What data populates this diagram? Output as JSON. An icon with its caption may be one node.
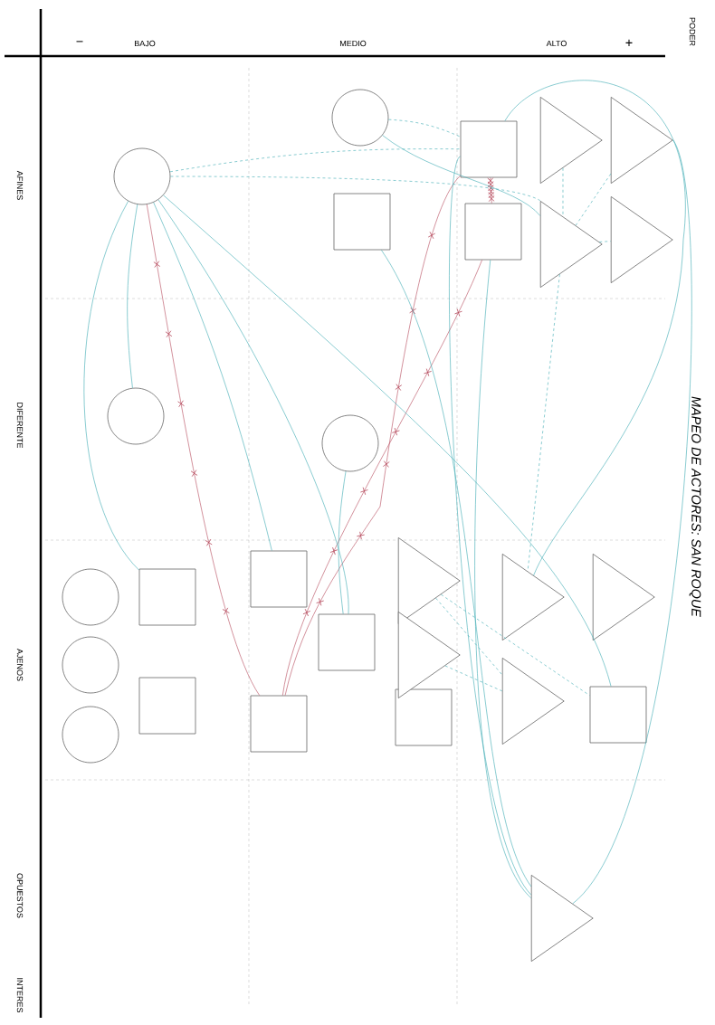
{
  "diagram": {
    "title": "MAPEO DE ACTORES: SAN ROQUE",
    "nodes": [
      {
        "text": [],
        "shape": "circle"
      },
      {
        "text": [],
        "shape": "circle"
      },
      {
        "text": [],
        "shape": "circle"
      },
      {
        "text": [],
        "shape": "circle"
      },
      {
        "text": [],
        "shape": "circle"
      },
      {
        "text": [],
        "shape": "circle"
      },
      {
        "text": [],
        "shape": "circle"
      },
      {
        "text": [],
        "shape": "box"
      },
      {
        "text": [],
        "shape": "box"
      },
      {
        "text": [],
        "shape": "box"
      },
      {
        "text": [],
        "shape": "box"
      },
      {
        "text": [],
        "shape": "box"
      },
      {
        "text": [],
        "shape": "box"
      },
      {
        "text": [],
        "shape": "box"
      },
      {
        "text": [],
        "shape": "box"
      },
      {
        "text": [],
        "shape": "box"
      },
      {
        "text": [],
        "shape": "box"
      },
      {
        "text": [],
        "shape": "triangle"
      },
      {
        "text": [],
        "shape": "triangle"
      },
      {
        "text": [],
        "shape": "triangle"
      },
      {
        "text": [],
        "shape": "triangle"
      },
      {
        "text": [],
        "shape": "triangle"
      },
      {
        "text": [],
        "shape": "triangle"
      },
      {
        "text": [],
        "shape": "triangle"
      },
      {
        "text": [],
        "shape": "triangle"
      },
      {
        "text": [],
        "shape": "triangle"
      },
      {
        "text": [],
        "shape": "triangle"
      }
    ],
    "edges": [
      {
        "from": 0,
        "to": 14,
        "arrow": "none",
        "color": "#b5485a"
      },
      {
        "from": 7,
        "to": 8,
        "arrow": "none",
        "color": "#b5485a"
      },
      {
        "from": 7,
        "to": 14,
        "arrow": "none",
        "color": "#b5485a"
      },
      {
        "from": 8,
        "to": 14,
        "arrow": "none",
        "color": "#b5485a"
      },
      {
        "from": 0,
        "to": 11,
        "arrow": "none"
      },
      {
        "from": 0,
        "to": 2,
        "arrow": "none"
      },
      {
        "from": 0,
        "to": 10,
        "arrow": "none"
      },
      {
        "from": 0,
        "to": 13,
        "arrow": "none"
      },
      {
        "from": 0,
        "to": 16,
        "arrow": "none"
      },
      {
        "from": 1,
        "to": 19,
        "arrow": "none"
      },
      {
        "from": 9,
        "to": 26,
        "arrow": "none"
      },
      {
        "from": 7,
        "to": 26,
        "arrow": "none"
      },
      {
        "from": 7,
        "to": 23,
        "arrow": "none"
      },
      {
        "from": 18,
        "to": 26,
        "arrow": "none"
      },
      {
        "from": 3,
        "to": 13,
        "arrow": "none"
      },
      {
        "from": 8,
        "to": 26,
        "arrow": "none"
      },
      {
        "from": 0,
        "to": 7,
        "arrow": "none",
        "style": "dashed"
      },
      {
        "from": 0,
        "to": 19,
        "arrow": "none",
        "style": "dashed"
      },
      {
        "from": 1,
        "to": 7,
        "arrow": "none",
        "style": "dashed"
      },
      {
        "from": 17,
        "to": 19,
        "arrow": "none",
        "style": "dashed"
      },
      {
        "from": 18,
        "to": 19,
        "arrow": "none",
        "style": "dashed"
      },
      {
        "from": 19,
        "to": 20,
        "arrow": "none",
        "style": "dashed"
      },
      {
        "from": 19,
        "to": 23,
        "arrow": "none",
        "style": "dashed"
      },
      {
        "from": 21,
        "to": 25,
        "arrow": "none",
        "style": "dashed"
      },
      {
        "from": 21,
        "to": 16,
        "arrow": "none",
        "style": "dashed"
      },
      {
        "from": 22,
        "to": 25,
        "arrow": "none",
        "style": "dashed"
      }
    ],
    "labels": [
      "PODER",
      "−",
      "BAJO",
      "MEDIO",
      "ALTO",
      "+",
      "AFINES",
      "DIFERENTE",
      "AJENOS",
      "OPUESTOS",
      "INTERES"
    ]
  }
}
